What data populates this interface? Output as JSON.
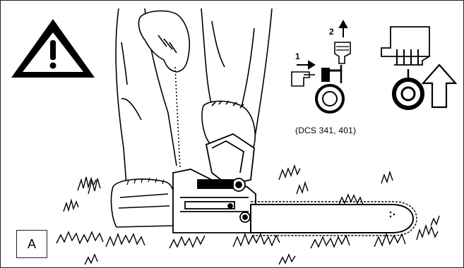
{
  "figure": {
    "label": "A",
    "caption": "(DCS 341, 401)"
  },
  "steps": {
    "step1": "1",
    "step2": "2"
  },
  "icons": {
    "warning": "warning-triangle-icon",
    "choke_sequence": "choke-lever-sequence-icon",
    "starter_pull": "starter-handle-pull-icon",
    "up_arrow": "up-arrow-icon"
  },
  "colors": {
    "ink": "#000000",
    "paper": "#ffffff"
  }
}
